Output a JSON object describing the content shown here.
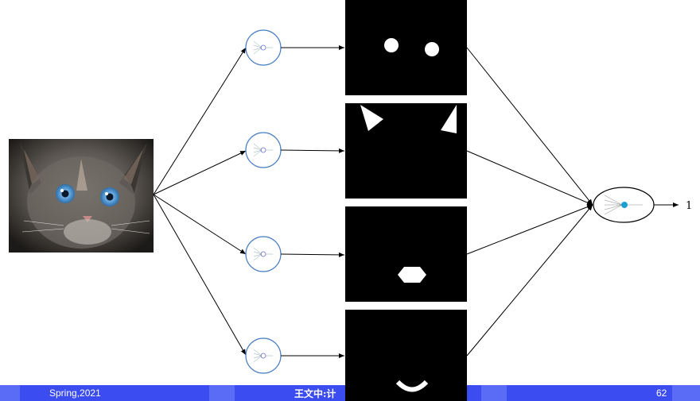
{
  "output_label": "1",
  "footer": {
    "left": "Spring,2021",
    "center": "王文中:计",
    "page_number": "62"
  },
  "colors": {
    "footer_bar": "#3b4cf0",
    "neuron_border": "#4a7fc0",
    "output_node": "#1aa0d0"
  },
  "icons": {
    "input_image": "kitten-photo",
    "neuron": "neuron-icon",
    "feature_maps": [
      "eyes-feature",
      "ears-feature",
      "nose-feature",
      "mouth-feature"
    ]
  }
}
